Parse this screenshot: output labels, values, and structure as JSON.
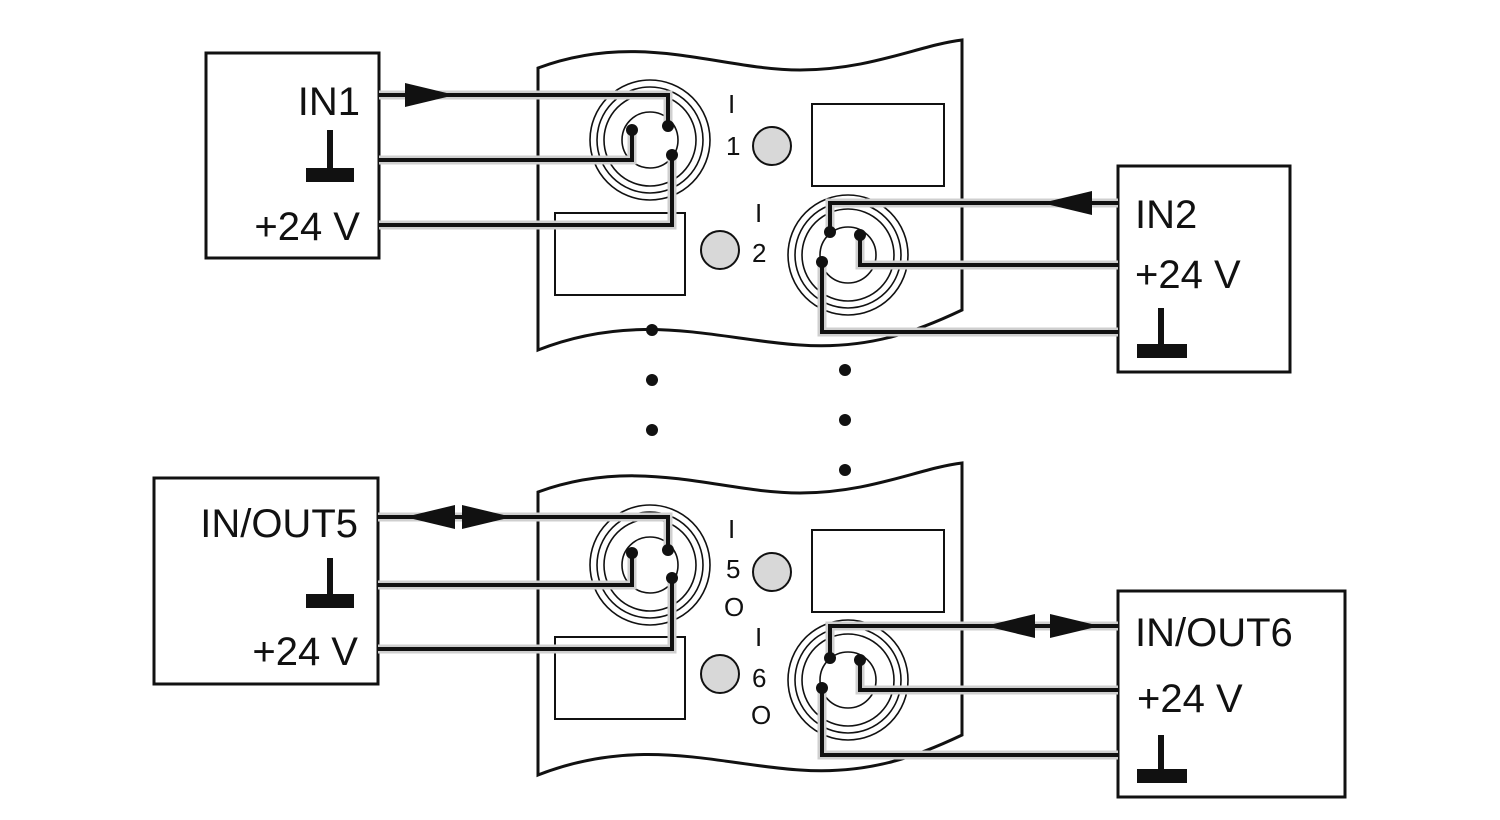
{
  "modules": {
    "top": {
      "channel1": {
        "top": "I",
        "number": "1"
      },
      "channel2": {
        "top": "I",
        "number": "2"
      }
    },
    "bottom": {
      "channel5": {
        "top": "I",
        "number": "5",
        "bottom": "O"
      },
      "channel6": {
        "top": "I",
        "number": "6",
        "bottom": "O"
      }
    }
  },
  "devices": {
    "in1": {
      "signal": "IN1",
      "supply": "+24 V"
    },
    "in2": {
      "signal": "IN2",
      "supply": "+24 V"
    },
    "inout5": {
      "signal": "IN/OUT5",
      "supply": "+24 V"
    },
    "inout6": {
      "signal": "IN/OUT6",
      "supply": "+24 V"
    }
  },
  "colors": {
    "line": "#111111",
    "led": "#d8d8d8",
    "background": "#ffffff"
  }
}
